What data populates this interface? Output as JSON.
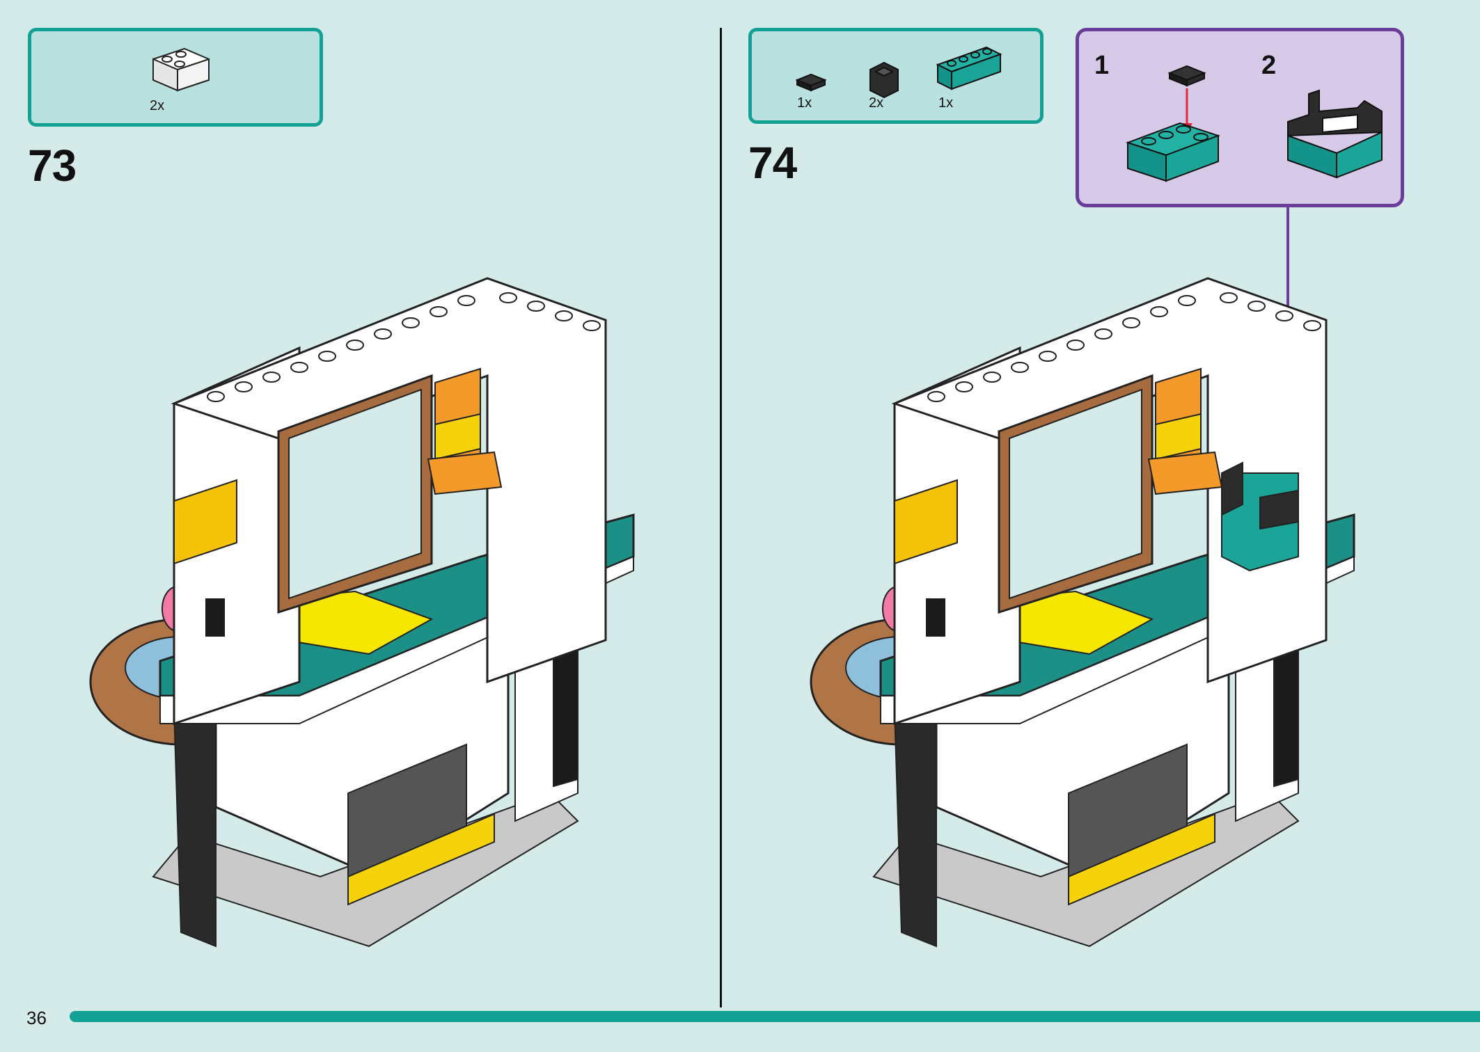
{
  "page": {
    "number": "36",
    "progress_color": "#14a195",
    "background": "#d5ebe9"
  },
  "step73": {
    "number": "73",
    "parts": [
      {
        "icon": "white-slope-brick-icon",
        "qty": "2x"
      }
    ]
  },
  "step74": {
    "number": "74",
    "parts": [
      {
        "icon": "black-tile-icon",
        "qty": "1x"
      },
      {
        "icon": "black-corner-panel-icon",
        "qty": "2x"
      },
      {
        "icon": "teal-brick-1x4-icon",
        "qty": "1x"
      }
    ],
    "substeps": [
      {
        "number": "1"
      },
      {
        "number": "2"
      }
    ],
    "callout_color": "#6a3d9a"
  },
  "colors": {
    "teal": "#14a195",
    "plate_teal": "#1c8f86",
    "yellow": "#f5d20a",
    "orange": "#f39a2b",
    "brown": "#a66b3e",
    "pink": "#f27ba6"
  }
}
